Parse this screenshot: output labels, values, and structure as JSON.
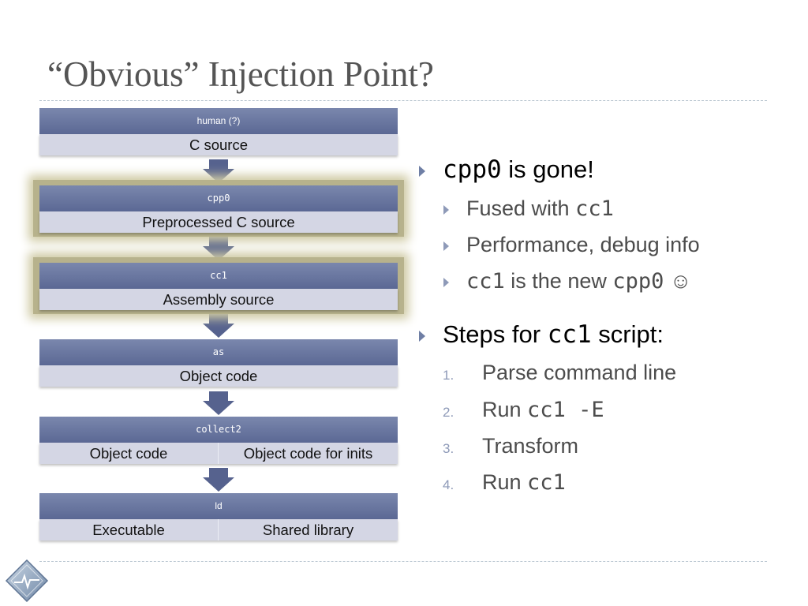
{
  "slide": {
    "title": "“Obvious” Injection Point?"
  },
  "pipeline": [
    {
      "header": "human (?)",
      "cells": [
        "C source"
      ]
    },
    {
      "header": "cpp0",
      "cells": [
        "Preprocessed C source"
      ]
    },
    {
      "header": "cc1",
      "cells": [
        "Assembly source"
      ]
    },
    {
      "header": "as",
      "cells": [
        "Object code"
      ]
    },
    {
      "header": "collect2",
      "cells": [
        "Object code",
        "Object code for inits"
      ]
    },
    {
      "header": "ld",
      "cells": [
        "Executable",
        "Shared library"
      ]
    }
  ],
  "bullets": {
    "b1": {
      "code": "cpp0",
      "text": " is gone!"
    },
    "b1_subs": [
      {
        "pre": "Fused with ",
        "code": "cc1"
      },
      {
        "text": "Performance, debug info"
      },
      {
        "code": "cc1",
        "mid": " is the new ",
        "code2": "cpp0",
        "smiley": " ☺"
      }
    ],
    "b2": {
      "pre": "Steps for ",
      "code": "cc1",
      "post": " script:"
    },
    "steps": [
      {
        "num": "1.",
        "text": "Parse command line"
      },
      {
        "num": "2.",
        "pre": "Run ",
        "code": "cc1 -E"
      },
      {
        "num": "3.",
        "text": "Transform"
      },
      {
        "num": "4.",
        "pre": "Run ",
        "code": "cc1"
      }
    ]
  },
  "colors": {
    "header_fill": "#5b6894",
    "cell_fill": "#d4d6e4",
    "highlight_glow": "#b7b28c",
    "bullet_marker": "#6f7fa5"
  }
}
